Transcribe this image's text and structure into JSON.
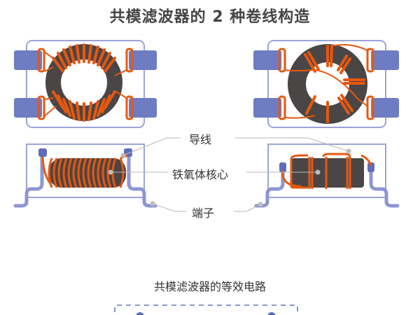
{
  "title": "共模滤波器的 2 种卷线构造",
  "labels": {
    "wire": "导线",
    "ferrite_core": "铁氧体核心",
    "terminal": "端子"
  },
  "circuit": {
    "title": "共模滤波器的等效电路"
  },
  "colors": {
    "terminal": "#6e7cc4",
    "frame": "#9aa4d8",
    "wire": "#e8570e",
    "core": "#4a4646",
    "leader": "#b0b0b0",
    "text": "#333333"
  }
}
